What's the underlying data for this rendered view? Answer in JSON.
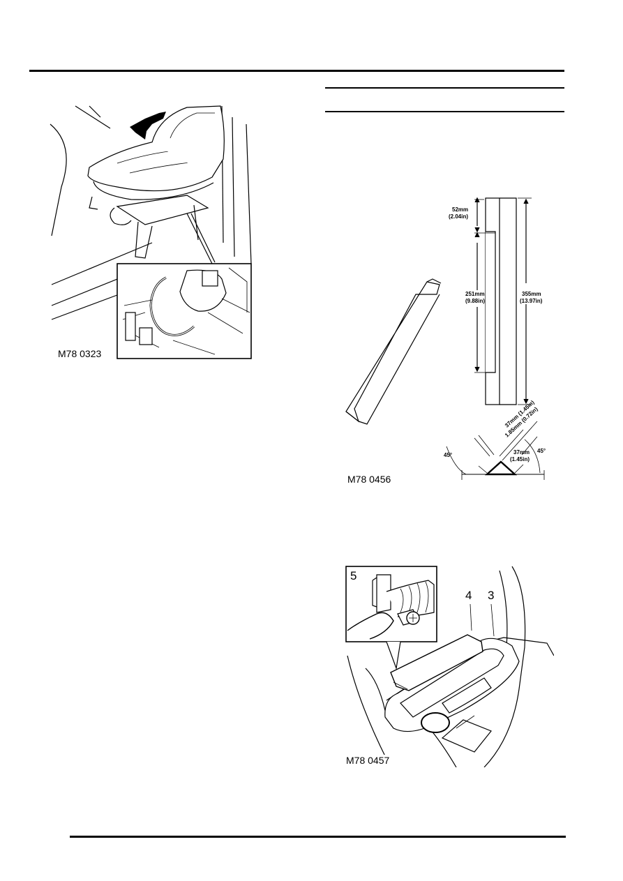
{
  "figures": {
    "seat": {
      "caption": "M78 0323"
    },
    "wedge": {
      "caption": "M78 0456",
      "dims": {
        "top_mm": "52mm",
        "top_in": "(2.04in)",
        "mid_mm": "251mm",
        "mid_in": "(9.88in)",
        "total_mm": "355mm",
        "total_in": "(13.97in)",
        "diag_a": "37mm (1.45in)",
        "diag_b": "1.85mm (0.72in)",
        "side_mm": "37mm",
        "side_in": "(1.45in)",
        "angle_left": "45°",
        "angle_right": "45°"
      }
    },
    "console": {
      "caption": "M78 0457",
      "callouts": {
        "five": "5",
        "four": "4",
        "three": "3"
      }
    }
  }
}
